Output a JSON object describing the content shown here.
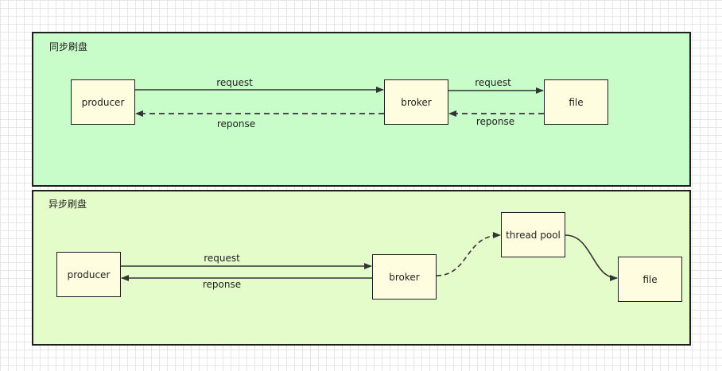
{
  "sync": {
    "title": "同步刷盘",
    "producer": "producer",
    "broker": "broker",
    "file": "file",
    "request_1": "request",
    "reponse_1": "reponse",
    "request_2": "request",
    "reponse_2": "reponse"
  },
  "async": {
    "title": "异步刷盘",
    "producer": "producer",
    "broker": "broker",
    "thread_pool": "thread pool",
    "file": "file",
    "request": "request",
    "reponse": "reponse"
  },
  "colors": {
    "sync_bg": "#c8fcc8",
    "async_bg": "#e4fcc9",
    "node_fill": "#fffde0",
    "stroke": "#1f1f1f"
  }
}
